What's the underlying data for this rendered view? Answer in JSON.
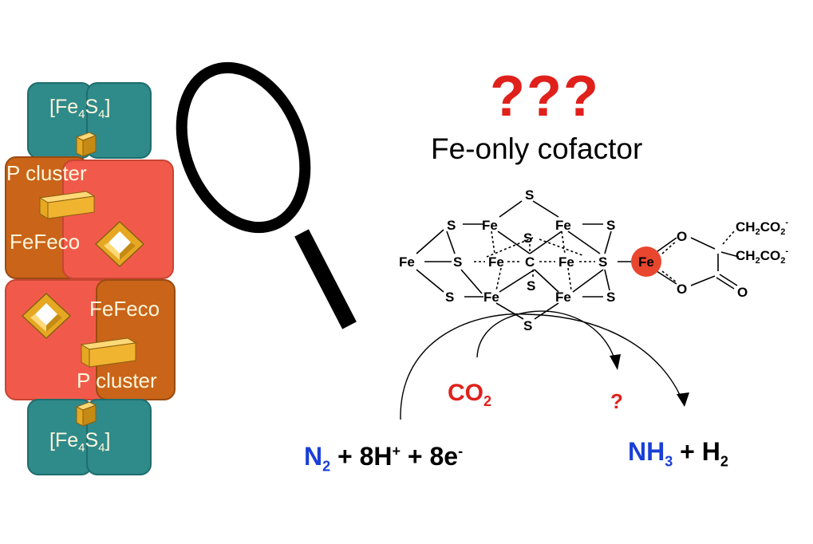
{
  "protein": {
    "fe4s4_top": "Fe",
    "fe4s4_bottom": "Fe",
    "sub_4": "4",
    "s_letter": "S",
    "p_cluster_top": "P cluster",
    "p_cluster_bottom": "P cluster",
    "fefeco_top": "FeFeco",
    "fefeco_bottom": "FeFeco"
  },
  "heading": {
    "question": "???",
    "subtitle": "Fe-only cofactor"
  },
  "structure": {
    "atoms": {
      "S": "S",
      "Fe": "Fe",
      "C": "C",
      "O": "O",
      "ch2co2_top": "CH",
      "ch2co2_bottom": "CH"
    },
    "highlight_color": "#e8462e"
  },
  "reaction": {
    "n2": "N",
    "n2_sub": "2",
    "reactants_rest": " + 8H",
    "plus_sup": "+",
    "electrons": " + 8e",
    "minus_sup": "-",
    "co2": "CO",
    "co2_sub": "2",
    "unknown": "?",
    "nh3": "NH",
    "nh3_sub": "3",
    "h2": " + H",
    "h2_sub": "2"
  },
  "colors": {
    "red_text": "#e0201b",
    "blue_text": "#1a3fd6",
    "gold": "#f2b631"
  }
}
